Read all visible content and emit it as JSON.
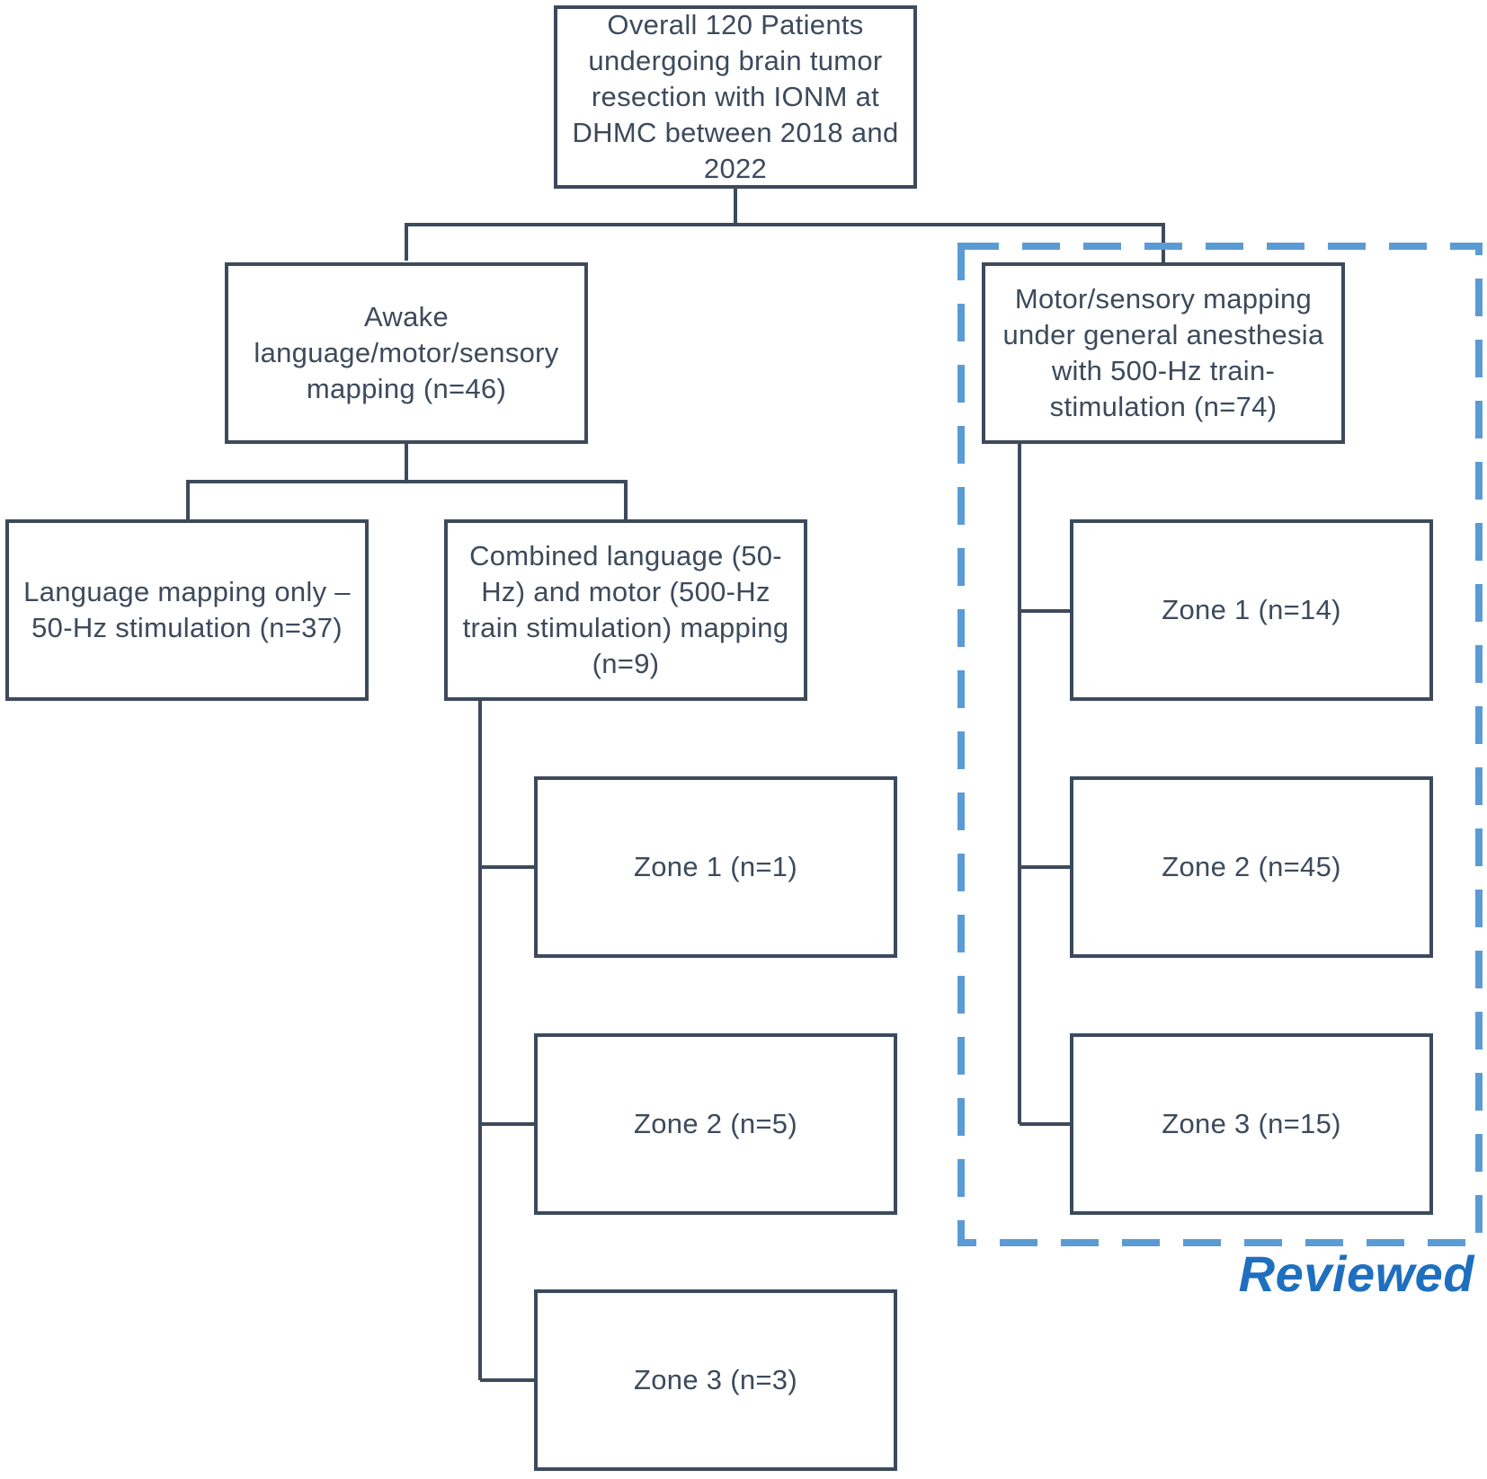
{
  "diagram": {
    "root": {
      "text": "Overall 120 Patients undergoing brain tumor resection with IONM at DHMC between 2018 and 2022"
    },
    "awake": {
      "text": "Awake language/motor/sensory mapping (n=46)"
    },
    "motor": {
      "text": "Motor/sensory mapping under general anesthesia with 500-Hz train-stimulation (n=74)"
    },
    "language_only": {
      "text": "Language mapping only – 50-Hz stimulation (n=37)"
    },
    "combined": {
      "text": "Combined language (50-Hz) and motor (500-Hz train stimulation) mapping (n=9)"
    },
    "combined_zones": [
      "Zone 1 (n=1)",
      "Zone 2 (n=5)",
      "Zone 3 (n=3)"
    ],
    "motor_zones": [
      "Zone 1 (n=14)",
      "Zone 2 (n=45)",
      "Zone 3 (n=15)"
    ],
    "reviewed_label": "Reviewed",
    "colors": {
      "box_border": "#3d4a5c",
      "text": "#3d4a5c",
      "reviewed": "#1f6fbf",
      "dashed": "#5b9bd5"
    }
  }
}
